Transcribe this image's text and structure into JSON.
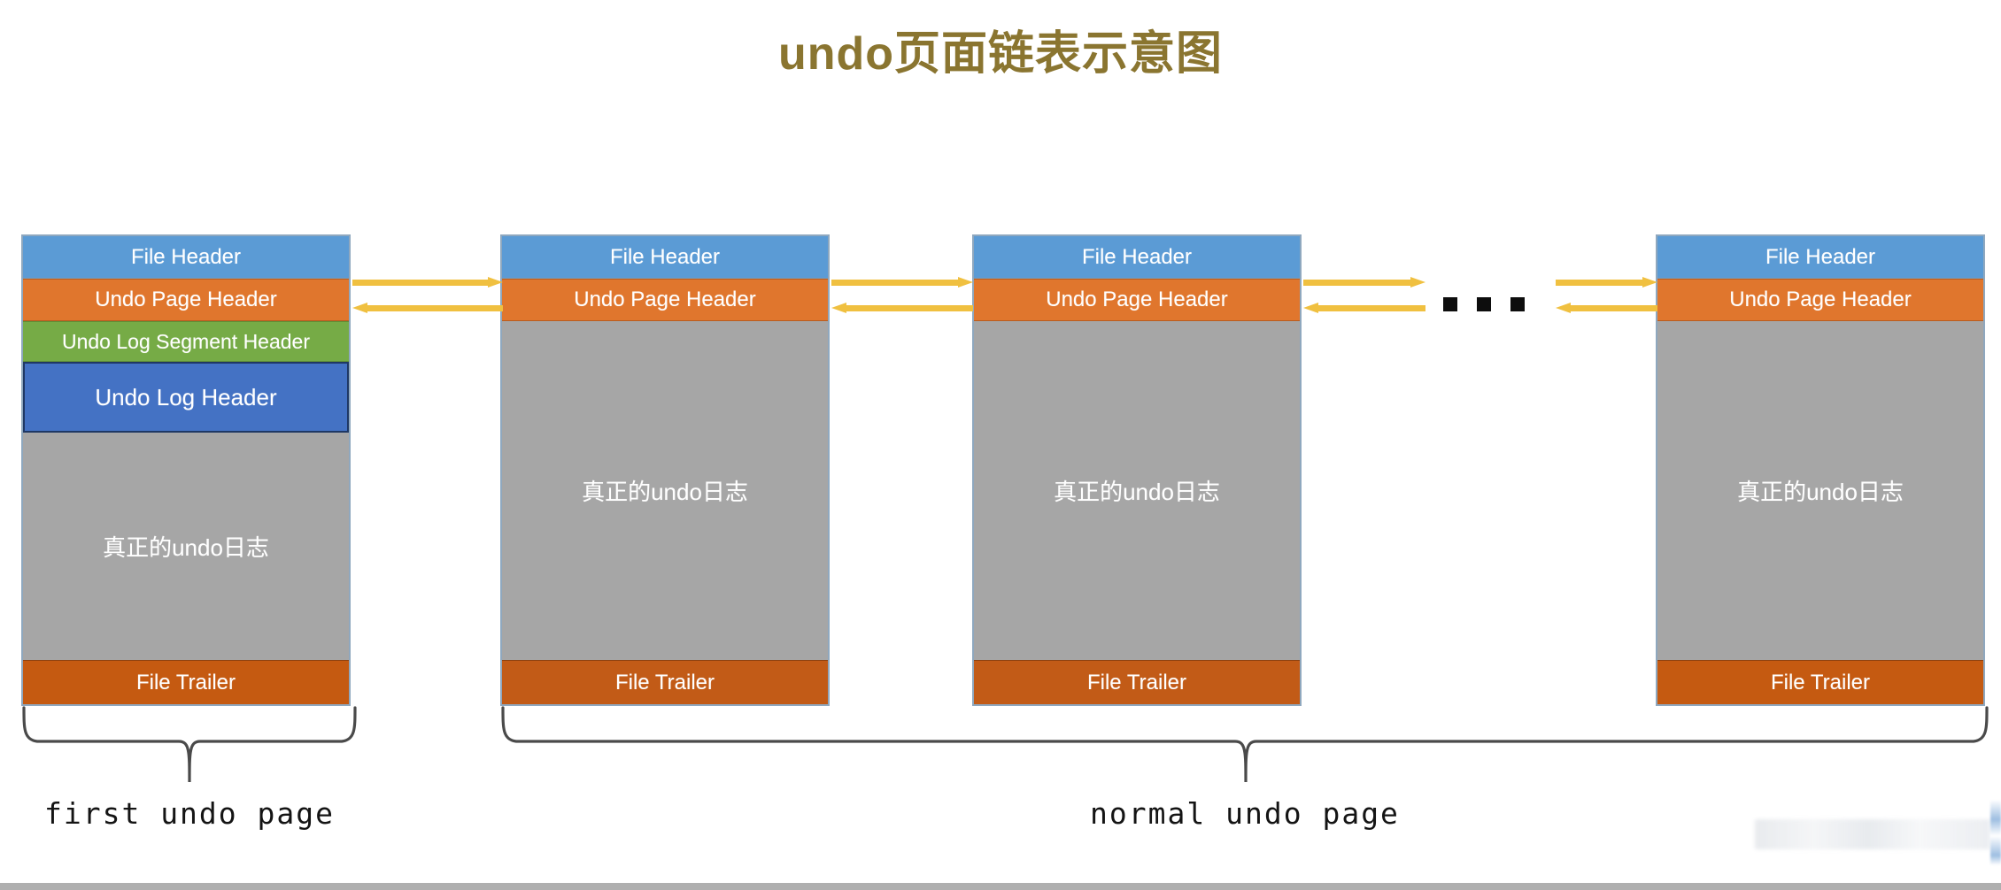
{
  "title": "undo页面链表示意图",
  "colors": {
    "title": "#8a7530",
    "file_header": "#5b9bd5",
    "undo_page_header": "#e0762d",
    "undo_log_segment_header": "#76ab46",
    "undo_log_header": "#4472c4",
    "body": "#a6a6a6",
    "file_trailer": "#c55a11",
    "arrow": "#f0c040",
    "dot": "#0d0d0d",
    "brace": "#444444"
  },
  "segment_labels": {
    "file_header": "File Header",
    "undo_page_header": "Undo Page Header",
    "undo_log_segment_header": "Undo Log Segment Header",
    "undo_log_header": "Undo Log Header",
    "body": "真正的undo日志",
    "file_trailer": "File Trailer"
  },
  "pages": [
    {
      "id": "page-1",
      "kind": "first",
      "segments": [
        {
          "name": "file-header",
          "label": "File Header"
        },
        {
          "name": "undo-page-header",
          "label": "Undo Page Header"
        },
        {
          "name": "undo-log-segment-header",
          "label": "Undo Log Segment Header"
        },
        {
          "name": "undo-log-header",
          "label": "Undo Log Header"
        },
        {
          "name": "body",
          "label": "真正的undo日志"
        },
        {
          "name": "file-trailer",
          "label": "File Trailer"
        }
      ]
    },
    {
      "id": "page-2",
      "kind": "normal",
      "segments": [
        {
          "name": "file-header",
          "label": "File Header"
        },
        {
          "name": "undo-page-header",
          "label": "Undo Page Header"
        },
        {
          "name": "body",
          "label": "真正的undo日志"
        },
        {
          "name": "file-trailer",
          "label": "File Trailer"
        }
      ]
    },
    {
      "id": "page-3",
      "kind": "normal",
      "segments": [
        {
          "name": "file-header",
          "label": "File Header"
        },
        {
          "name": "undo-page-header",
          "label": "Undo Page Header"
        },
        {
          "name": "body",
          "label": "真正的undo日志"
        },
        {
          "name": "file-trailer",
          "label": "File Trailer"
        }
      ]
    },
    {
      "id": "page-4",
      "kind": "normal",
      "segments": [
        {
          "name": "file-header",
          "label": "File Header"
        },
        {
          "name": "undo-page-header",
          "label": "Undo Page Header"
        },
        {
          "name": "body",
          "label": "真正的undo日志"
        },
        {
          "name": "file-trailer",
          "label": "File Trailer"
        }
      ]
    }
  ],
  "ellipsis": {
    "count": 3,
    "symbol": "■"
  },
  "braces": [
    {
      "name": "first-undo-page",
      "label": "first undo page"
    },
    {
      "name": "normal-undo-page",
      "label": "normal undo page"
    }
  ],
  "link_arrows": [
    {
      "direction": "right",
      "from": "page-1",
      "to": "page-2"
    },
    {
      "direction": "left",
      "from": "page-2",
      "to": "page-1"
    },
    {
      "direction": "right",
      "from": "page-2",
      "to": "page-3"
    },
    {
      "direction": "left",
      "from": "page-3",
      "to": "page-2"
    },
    {
      "direction": "right",
      "from": "page-3",
      "to": "ellipsis"
    },
    {
      "direction": "left",
      "from": "ellipsis",
      "to": "page-3"
    },
    {
      "direction": "right",
      "from": "ellipsis",
      "to": "page-4"
    },
    {
      "direction": "left",
      "from": "page-4",
      "to": "ellipsis"
    }
  ]
}
